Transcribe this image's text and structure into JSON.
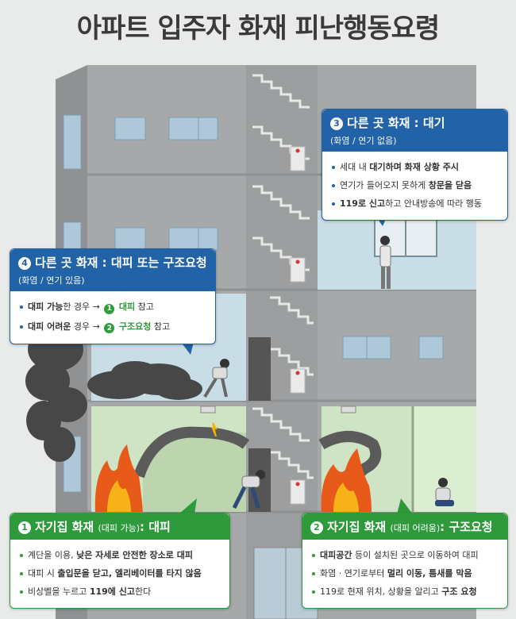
{
  "title": "아파트 입주자 화재 피난행동요령",
  "callout3": {
    "badge": "3",
    "title": "다른 곳 화재 : 대기",
    "subtitle": "(화염 / 연기 없음)",
    "items": [
      {
        "pre": "세대 내 ",
        "bold": "대기하며 화재 상황 주시",
        "post": ""
      },
      {
        "pre": "연기가 들어오지 못하게 ",
        "bold": "창문을 닫음",
        "post": ""
      },
      {
        "pre": "",
        "bold": "119로 신고",
        "post": "하고 안내방송에 따라 행동"
      }
    ]
  },
  "callout4": {
    "badge": "4",
    "title": "다른 곳 화재 : 대피 또는 구조요청",
    "subtitle": "(화염 / 연기 있음)",
    "item1": {
      "bold": "대피 가능",
      "mid": "한 경우 → ",
      "num": "1",
      "link": "대피",
      "post": " 참고"
    },
    "item2": {
      "bold": "대피 어려운",
      "mid": " 경우 → ",
      "num": "2",
      "link": "구조요청",
      "post": " 참고"
    }
  },
  "callout1": {
    "badge": "1",
    "title_a": "자기집 화재",
    "title_small": "(대피 가능)",
    "title_b": ": 대피",
    "items": [
      {
        "pre": "계단을 이용, ",
        "bold": "낮은 자세로 안전한 장소로 대피",
        "post": ""
      },
      {
        "pre": "대피 시 ",
        "bold": "출입문을 닫고, 엘리베이터를 타지 않음",
        "post": ""
      },
      {
        "pre": "비상벨을 누르고 ",
        "bold": "119에 신고",
        "post": "한다"
      }
    ]
  },
  "callout2": {
    "badge": "2",
    "title_a": "자기집 화재",
    "title_small": "(대피 어려움)",
    "title_b": ": 구조요청",
    "items": [
      {
        "pre": "",
        "bold": "대피공간",
        "post": " 등이 설치된 곳으로 이동하여 대피"
      },
      {
        "pre": "화염 · 연기로부터 ",
        "bold": "멀리 이동, 틈새를 막음",
        "post": ""
      },
      {
        "pre": "119로 현재 위치, 상황을 알리고 ",
        "bold": "구조 요청",
        "post": ""
      }
    ]
  },
  "colors": {
    "blue": "#2263a8",
    "green": "#2f9a3c",
    "building": "#a9abac",
    "sky": "#c9dde6"
  }
}
